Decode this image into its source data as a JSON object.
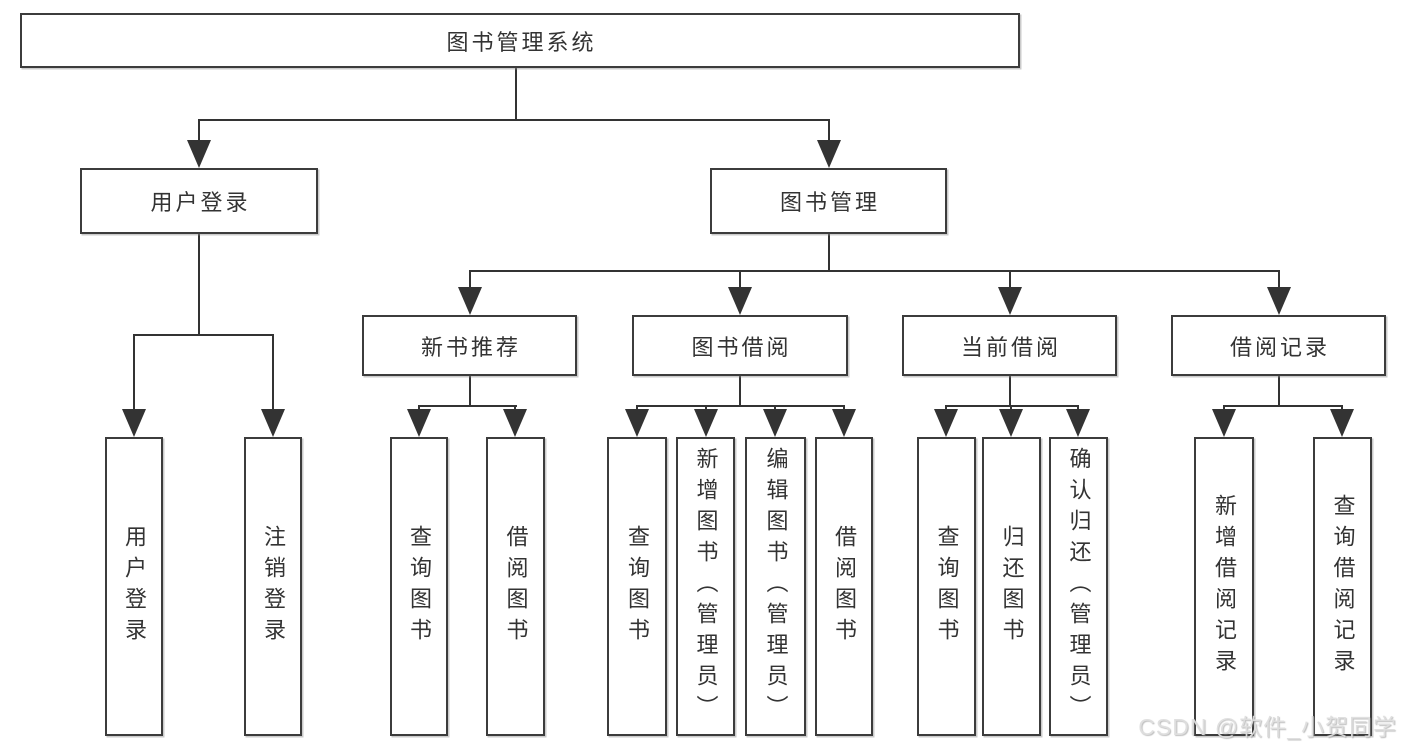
{
  "tree": {
    "root": {
      "label": "图书管理系统",
      "children": [
        {
          "label": "用户登录",
          "children": [
            {
              "label": "用户登录"
            },
            {
              "label": "注销登录"
            }
          ]
        },
        {
          "label": "图书管理",
          "children": [
            {
              "label": "新书推荐",
              "children": [
                {
                  "label": "查询图书"
                },
                {
                  "label": "借阅图书"
                }
              ]
            },
            {
              "label": "图书借阅",
              "children": [
                {
                  "label": "查询图书"
                },
                {
                  "label": "新增图书（管理员）"
                },
                {
                  "label": "编辑图书（管理员）"
                },
                {
                  "label": "借阅图书"
                }
              ]
            },
            {
              "label": "当前借阅",
              "children": [
                {
                  "label": "查询图书"
                },
                {
                  "label": "归还图书"
                },
                {
                  "label": "确认归还（管理员）"
                }
              ]
            },
            {
              "label": "借阅记录",
              "children": [
                {
                  "label": "新增借阅记录"
                },
                {
                  "label": "查询借阅记录"
                }
              ]
            }
          ]
        }
      ]
    }
  },
  "watermark": {
    "text": "CSDN @软件_小贺同学"
  },
  "colors": {
    "line": "#333333",
    "border": "#3c3c3c",
    "text": "#333333",
    "watermark": "#dedede",
    "background": "#ffffff"
  }
}
